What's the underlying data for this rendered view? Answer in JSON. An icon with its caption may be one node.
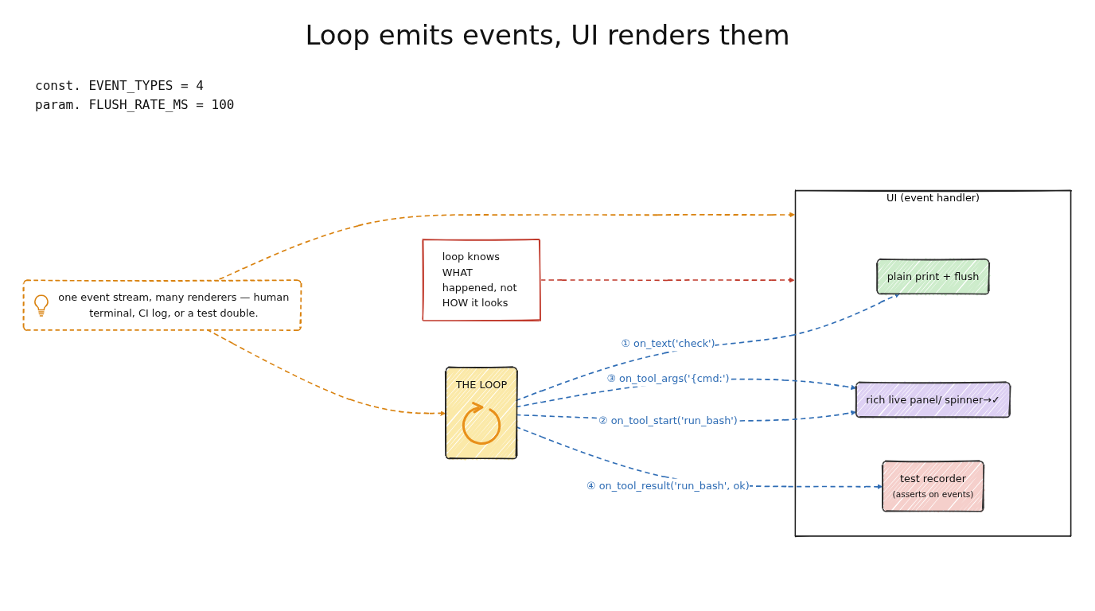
{
  "diagram": {
    "title": "Loop emits events, UI renders them",
    "nodes": [
      {
        "text": [
          "THE LOOP"
        ]
      },
      {
        "text": [
          "UI (event handler)"
        ]
      },
      {
        "text": [
          "plain print + flush"
        ],
        "in": 1
      },
      {
        "text": [
          "rich live panel/ spinner→✓"
        ],
        "in": 1
      },
      {
        "text": [
          "test recorder",
          "(asserts on events)"
        ],
        "in": 1
      },
      {
        "text": [
          "loop knows WHAT happened, not HOW it looks"
        ]
      },
      {
        "text": [
          "one event stream, many renderers — human terminal, CI log, or a test double."
        ]
      }
    ],
    "edges": [
      {
        "from": 0,
        "to": 2,
        "arrow": "to",
        "label": "① on_text('check')",
        "style": "dashed"
      },
      {
        "from": 0,
        "to": 3,
        "arrow": "to",
        "label": "② on_tool_start('run_bash')",
        "style": "dashed"
      },
      {
        "from": 0,
        "to": 3,
        "arrow": "to",
        "label": "③ on_tool_args('{cmd:')",
        "style": "dashed"
      },
      {
        "from": 0,
        "to": 4,
        "arrow": "to",
        "label": "④ on_tool_result('run_bash', ok)",
        "style": "dashed"
      },
      {
        "from": 5,
        "to": 1,
        "arrow": "to",
        "style": "dashed",
        "color": "#c0392b"
      },
      {
        "from": 6,
        "to": 0,
        "arrow": "to",
        "style": "dashed",
        "color": "#d9820f"
      },
      {
        "from": 6,
        "to": 1,
        "arrow": "to",
        "style": "dashed",
        "color": "#d9820f"
      }
    ],
    "labels": [
      "const. EVENT_TYPES = 4",
      "param. FLUSH_RATE_MS = 100"
    ]
  }
}
